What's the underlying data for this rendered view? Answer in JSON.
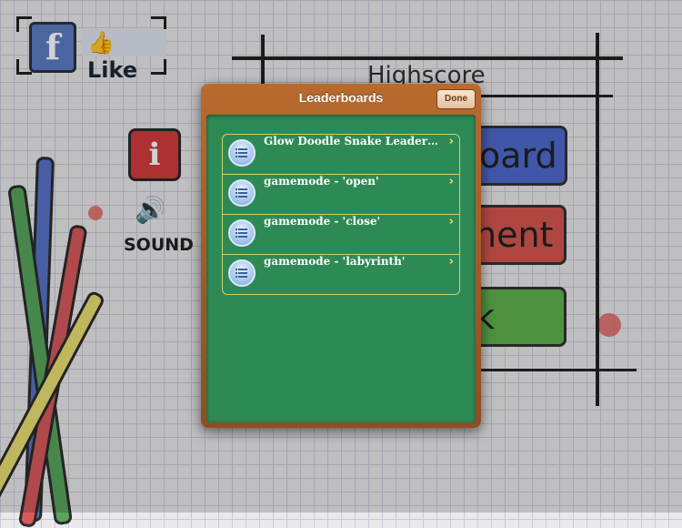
{
  "background": {
    "facebook": {
      "icon_letter": "f",
      "like_label": "Like"
    },
    "info_label": "i",
    "sound_label": "SOUND",
    "highscore_title": "Highscore",
    "menu_buttons": [
      {
        "label": "oard",
        "color": "#4f6bcf"
      },
      {
        "label": "nent",
        "color": "#d6564f"
      },
      {
        "label": "k",
        "color": "#5fb24e"
      }
    ]
  },
  "modal": {
    "title": "Leaderboards",
    "done_label": "Done",
    "leaderboards": [
      {
        "label": "Glow Doodle Snake Leaderb...",
        "icon": "leaderboard-icon"
      },
      {
        "label": "gamemode - 'open'",
        "icon": "leaderboard-icon"
      },
      {
        "label": "gamemode - 'close'",
        "icon": "leaderboard-icon"
      },
      {
        "label": "gamemode - 'labyrinth'",
        "icon": "leaderboard-icon"
      }
    ],
    "chevron": "›"
  }
}
